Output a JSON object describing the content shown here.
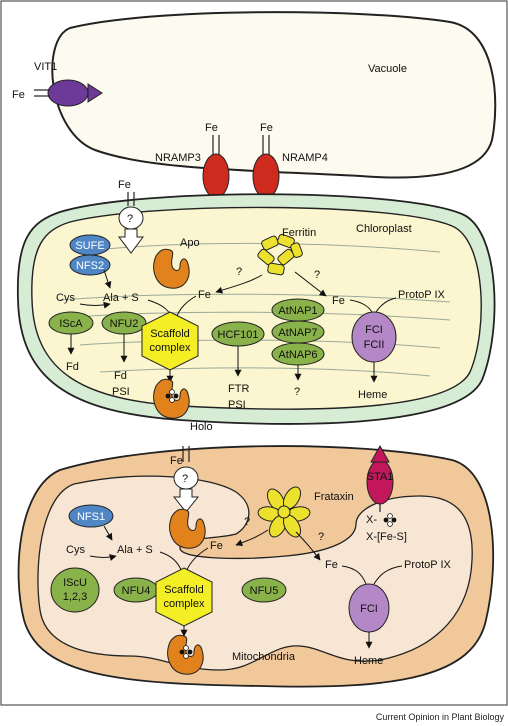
{
  "labels": {
    "vit1": "VIT1",
    "fe_vit": "Fe",
    "vacuole": "Vacuole",
    "fe_n3": "Fe",
    "fe_n4": "Fe",
    "nramp3": "NRAMP3",
    "nramp4": "NRAMP4",
    "fe_chl_in": "Fe",
    "q_chl": "?",
    "chloroplast": "Chloroplast",
    "sufe": "SUFE",
    "nfs2": "NFS2",
    "apo_chl": "Apo",
    "ferritin": "Ferritin",
    "q_ferritin_left": "?",
    "q_ferritin_right": "?",
    "fe_chl_center": "Fe",
    "cys_chl": "Cys",
    "ala_s_chl": "Ala + S",
    "isca": "IScA",
    "nfu2": "NFU2",
    "scaffold_chl_line1": "Scaffold",
    "scaffold_chl_line2": "complex",
    "hcf101": "HCF101",
    "atnap1": "AtNAP1",
    "atnap7": "AtNAP7",
    "atnap6": "AtNAP6",
    "fe_chl_right": "Fe",
    "protop_chl": "ProtoP IX",
    "fci_chl": "FCI",
    "fcii_chl": "FCII",
    "fd_left": "Fd",
    "fd_center": "Fd",
    "psi_center": "PSI",
    "ftr": "FTR",
    "psi_right": "PSI",
    "q_atnap": "?",
    "heme_chl": "Heme",
    "holo_chl": "Holo",
    "fe_mito_in": "Fe",
    "q_mito": "?",
    "sta1": "STA1",
    "frataxin": "Frataxin",
    "x_top": "X-",
    "x_fes": "X-[Fe-S]",
    "nfs1": "NFS1",
    "q_frataxin_left": "?",
    "q_frataxin_right": "?",
    "fe_mito_center": "Fe",
    "cys_mito": "Cys",
    "ala_s_mito": "Ala + S",
    "fe_mito_right": "Fe",
    "protop_mito": "ProtoP IX",
    "iscu_line1": "IScU",
    "iscu_line2": "1,2,3",
    "nfu4": "NFU4",
    "scaffold_mito_line1": "Scaffold",
    "scaffold_mito_line2": "complex",
    "nfu5": "NFU5",
    "fci_mito": "FCI",
    "mitochondria": "Mitochondria",
    "heme_mito": "Heme",
    "credit": "Current Opinion in Plant Biology"
  },
  "colors": {
    "vacuole_fill": "#fdfbef",
    "chloroplast_outer": "#d6ecd4",
    "chloroplast_stroma": "#fbf6cf",
    "mito_outer": "#f0c89a",
    "mito_inner": "#f8e6d4",
    "transporter_purple": "#6e3a98",
    "nramp_red": "#cf2a1e",
    "sta1_magenta": "#c2185b",
    "blue_protein": "#4f86c6",
    "green_protein": "#8ab24a",
    "scaffold_yellow": "#f4ee24",
    "ferritin_yellow": "#ece12c",
    "apo_orange": "#e2821c",
    "fc_purple": "#b487c6",
    "thylakoid_lines": "#9aa89a"
  },
  "icons": [
    "vit1-transporter-icon",
    "nramp3-transporter-icon",
    "nramp4-transporter-icon",
    "chloroplast-importer-icon",
    "mito-importer-icon",
    "sta1-transporter-icon",
    "ferritin-icon",
    "frataxin-icon",
    "apo-protein-icon",
    "holo-protein-icon",
    "fe-s-cluster-icon"
  ]
}
